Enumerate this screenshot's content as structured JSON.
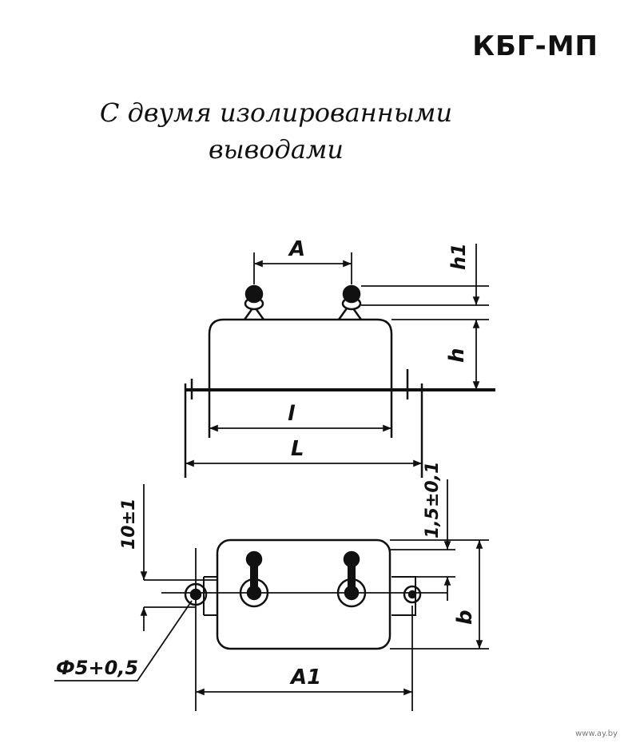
{
  "header": {
    "model": "КБГ-МП",
    "caption_line1": "С двумя изолированными",
    "caption_line2": "выводами"
  },
  "dimensions": {
    "A": "A",
    "h1": "h1",
    "h": "h",
    "l": "l",
    "L": "L",
    "ten": "10±1",
    "fifteen": "1,5±0,1",
    "b": "b",
    "A1": "A1",
    "hole": "Ф5+0,5"
  },
  "footer": {
    "watermark": "www.ay.by"
  },
  "colors": {
    "ink": "#111111",
    "paper": "#ffffff"
  }
}
